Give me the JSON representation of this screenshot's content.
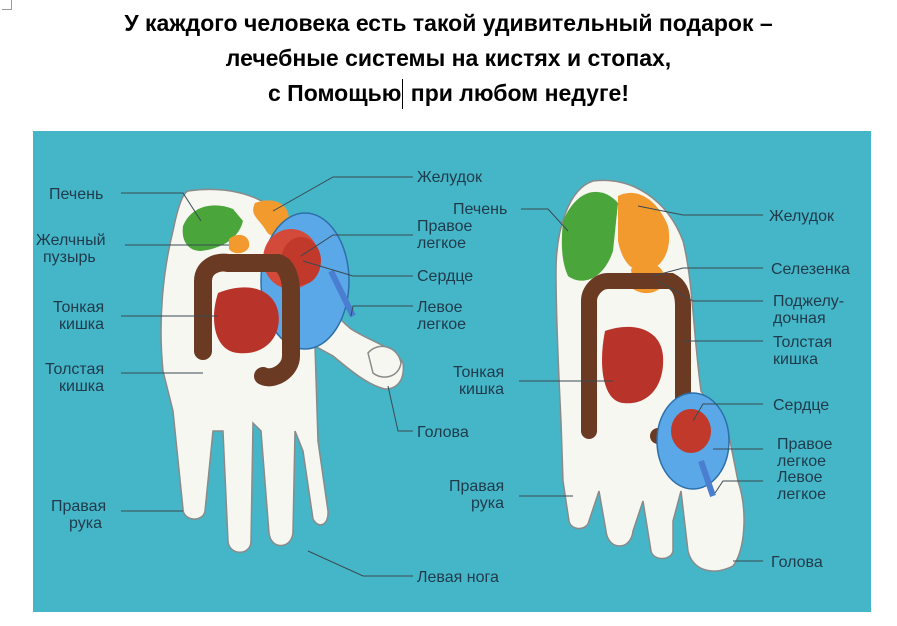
{
  "title": {
    "line1": "У каждого человека есть такой удивительный подарок –",
    "line2": "лечебные системы на кистях и стопах,",
    "line3_before_cursor": "с Помощью",
    "line3_after_cursor": " при любом недуге!"
  },
  "hand_labels": {
    "liver": "Печень",
    "gallbladder_1": "Желчный",
    "gallbladder_2": "пузырь",
    "small_intestine_1": "Тонкая",
    "small_intestine_2": "кишка",
    "large_intestine_1": "Толстая",
    "large_intestine_2": "кишка",
    "right_hand_1": "Правая",
    "right_hand_2": "рука",
    "stomach": "Желудок",
    "right_lung_1": "Правое",
    "right_lung_2": "легкое",
    "heart": "Сердце",
    "left_lung_1": "Левое",
    "left_lung_2": "легкое",
    "head": "Голова",
    "left_leg": "Левая нога"
  },
  "foot_labels": {
    "liver": "Печень",
    "stomach": "Желудок",
    "spleen": "Селезенка",
    "pancreas_1": "Поджелу-",
    "pancreas_2": "дочная",
    "large_intestine_1": "Толстая",
    "large_intestine_2": "кишка",
    "small_intestine_1": "Тонкая",
    "small_intestine_2": "кишка",
    "heart": "Сердце",
    "right_lung_1": "Правое",
    "right_lung_2": "легкое",
    "left_lung_1": "Левое",
    "left_lung_2": "легкое",
    "right_hand_1": "Правая",
    "right_hand_2": "рука",
    "head": "Голова"
  },
  "colors": {
    "background": "#45b6c8",
    "liver": "#4aa63a",
    "stomach": "#f29a2e",
    "lung": "#5aa8e8",
    "heart": "#c0392b",
    "intestine": "#b8342b",
    "colon": "#6b3a22",
    "skin": "#f7f7f2"
  }
}
